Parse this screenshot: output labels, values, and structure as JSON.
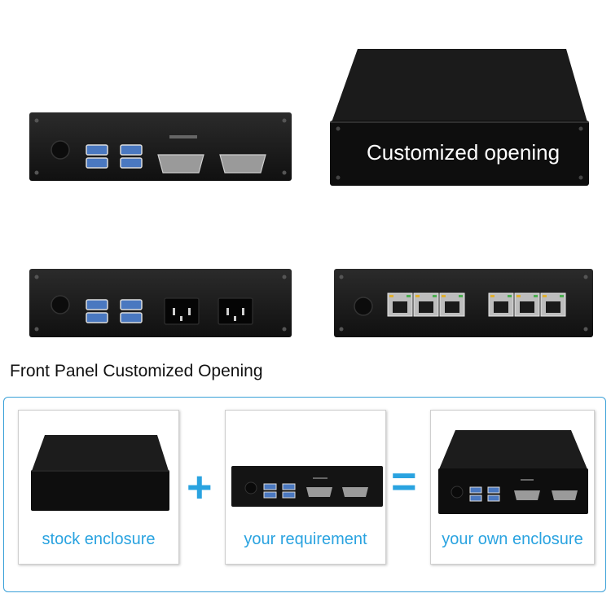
{
  "overlay": {
    "text": "Customized opening"
  },
  "caption": {
    "text": "Front Panel Customized Opening"
  },
  "combo": {
    "cards": [
      {
        "label": "stock enclosure"
      },
      {
        "label": "your requirement"
      },
      {
        "label": "your own enclosure"
      }
    ],
    "operators": [
      "+",
      "="
    ]
  },
  "colors": {
    "accent": "#2aa3e0",
    "panel": "#1a1a1a",
    "usb": "#3b6bb5"
  }
}
